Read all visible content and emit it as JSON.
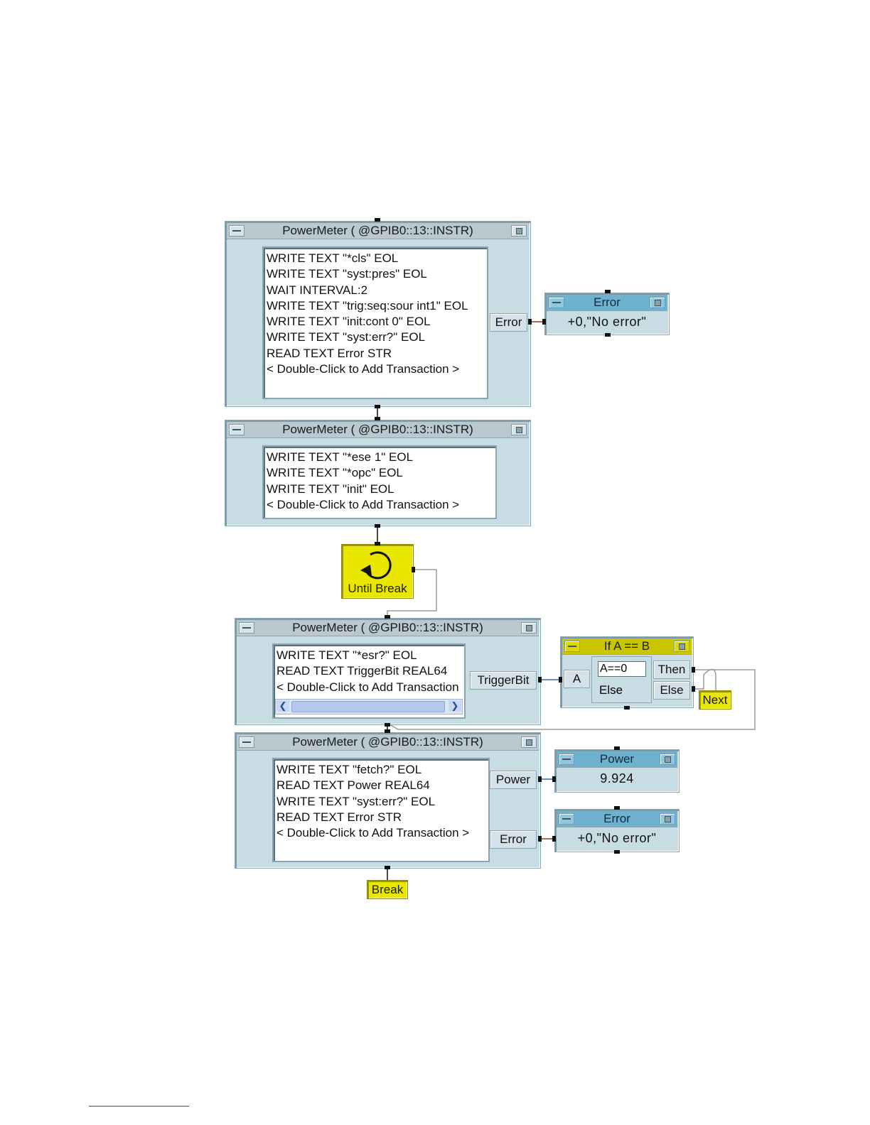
{
  "nodes": {
    "pm1": {
      "title": "PowerMeter ( @GPIB0::13::INSTR)",
      "transactions": [
        "WRITE TEXT \"*cls\" EOL",
        "WRITE TEXT \"syst:pres\" EOL",
        "WAIT INTERVAL:2",
        "WRITE TEXT \"trig:seq:sour int1\" EOL",
        "WRITE TEXT \"init:cont 0\" EOL",
        "WRITE TEXT \"syst:err?\" EOL",
        "READ TEXT Error STR",
        "< Double-Click to Add Transaction >"
      ],
      "output": "Error"
    },
    "err1": {
      "title": "Error",
      "value": "+0,\"No error\""
    },
    "pm2": {
      "title": "PowerMeter ( @GPIB0::13::INSTR)",
      "transactions": [
        "WRITE TEXT \"*ese 1\" EOL",
        "WRITE TEXT \"*opc\" EOL",
        "WRITE TEXT \"init\" EOL",
        "< Double-Click to Add Transaction >"
      ]
    },
    "loop": {
      "label": "Until Break"
    },
    "pm3": {
      "title": "PowerMeter ( @GPIB0::13::INSTR)",
      "transactions": [
        "WRITE TEXT \"*esr?\" EOL",
        "READ TEXT TriggerBit REAL64",
        "< Double-Click to Add Transaction"
      ],
      "output": "TriggerBit"
    },
    "ifab": {
      "title": "If A == B",
      "input": "A",
      "condition": "A==0",
      "else_label": "Else",
      "out_then": "Then",
      "out_else": "Else"
    },
    "next": {
      "label": "Next"
    },
    "pm4": {
      "title": "PowerMeter ( @GPIB0::13::INSTR)",
      "transactions": [
        "WRITE TEXT \"fetch?\" EOL",
        "READ TEXT Power REAL64",
        "WRITE TEXT \"syst:err?\" EOL",
        "READ TEXT Error STR",
        "< Double-Click to Add Transaction >"
      ],
      "output_power": "Power",
      "output_error": "Error"
    },
    "power": {
      "title": "Power",
      "value": "9.924"
    },
    "err2": {
      "title": "Error",
      "value": "+0,\"No error\""
    },
    "brk": {
      "label": "Break"
    }
  },
  "colors": {
    "object_bg": "#c8dce4",
    "display_title": "#6fb2d0",
    "flow_yellow": "#e9e600",
    "data_wire_blue": "#2f6fb0",
    "data_wire_brown": "#8a3b1a"
  }
}
